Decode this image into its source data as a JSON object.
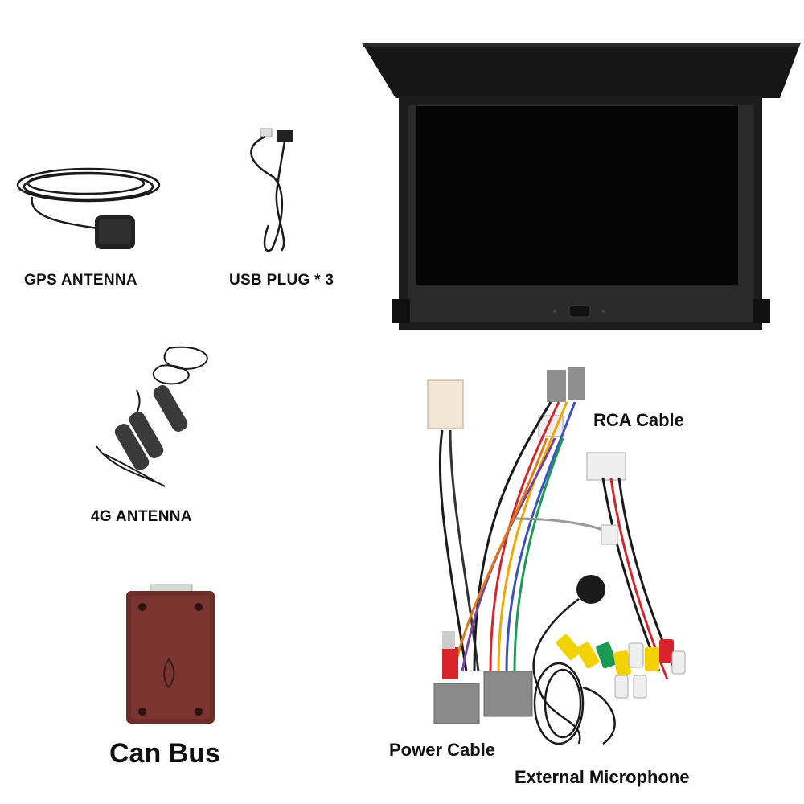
{
  "labels": {
    "gps": "GPS ANTENNA",
    "usb": "USB PLUG * 3",
    "g4": "4G ANTENNA",
    "canbus": "Can Bus",
    "rca": "RCA Cable",
    "power": "Power Cable",
    "mic": "External Microphone"
  },
  "colors": {
    "background": "#ffffff",
    "cable_black": "#1a1a1a",
    "canbus_box": "#6b2e2a",
    "screen": "#050505",
    "rca_yellow": "#f2d200",
    "rca_red": "#d8232a",
    "rca_white": "#eeeeee",
    "rca_green": "#1a9a55"
  }
}
